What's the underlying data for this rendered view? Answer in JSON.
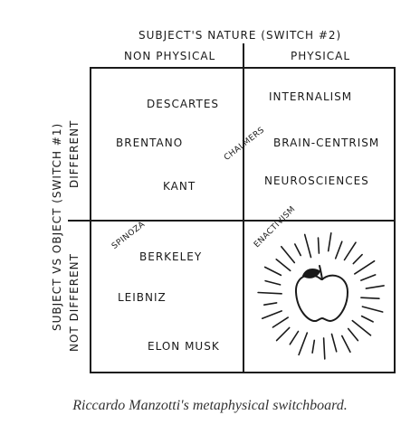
{
  "top_axis": {
    "title": "SUBJECT'S NATURE (SWITCH #2)",
    "left_label": "NON PHYSICAL",
    "right_label": "PHYSICAL"
  },
  "left_axis": {
    "title": "SUBJECT VS OBJECT (SWITCH #1)",
    "top_label": "DIFFERENT",
    "bottom_label": "NOT DIFFERENT"
  },
  "quadrants": {
    "top_left": [
      "DESCARTES",
      "BRENTANO",
      "KANT"
    ],
    "top_right": [
      "INTERNALISM",
      "BRAIN-CENTRISM",
      "NEUROSCIENCES"
    ],
    "bottom_left": [
      "BERKELEY",
      "LEIBNIZ",
      "ELON MUSK"
    ],
    "bottom_right_icon": "apple-with-rays-icon"
  },
  "boundary_labels": {
    "chalmers": "CHALMERS",
    "spinoza": "SPINOZA",
    "enactivism": "ENACTIVISM"
  },
  "caption": "Riccardo Manzotti's metaphysical switchboard."
}
